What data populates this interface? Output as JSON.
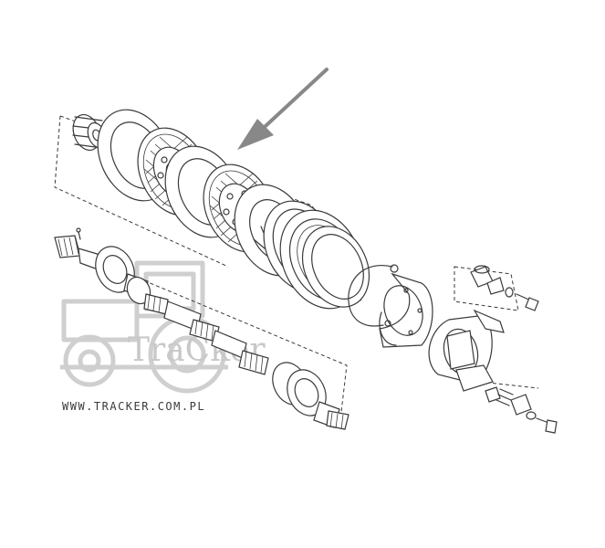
{
  "diagram": {
    "type": "exploded parts view",
    "watermark": {
      "logo_text": "TraCker",
      "url": "WWW.TRACKER.COM.PL"
    },
    "pointer_arrow": {
      "icon": "arrow-pointer-icon",
      "color": "#888888"
    },
    "line_color": "#3a3a3a",
    "watermark_color": "#cfcfcf"
  }
}
